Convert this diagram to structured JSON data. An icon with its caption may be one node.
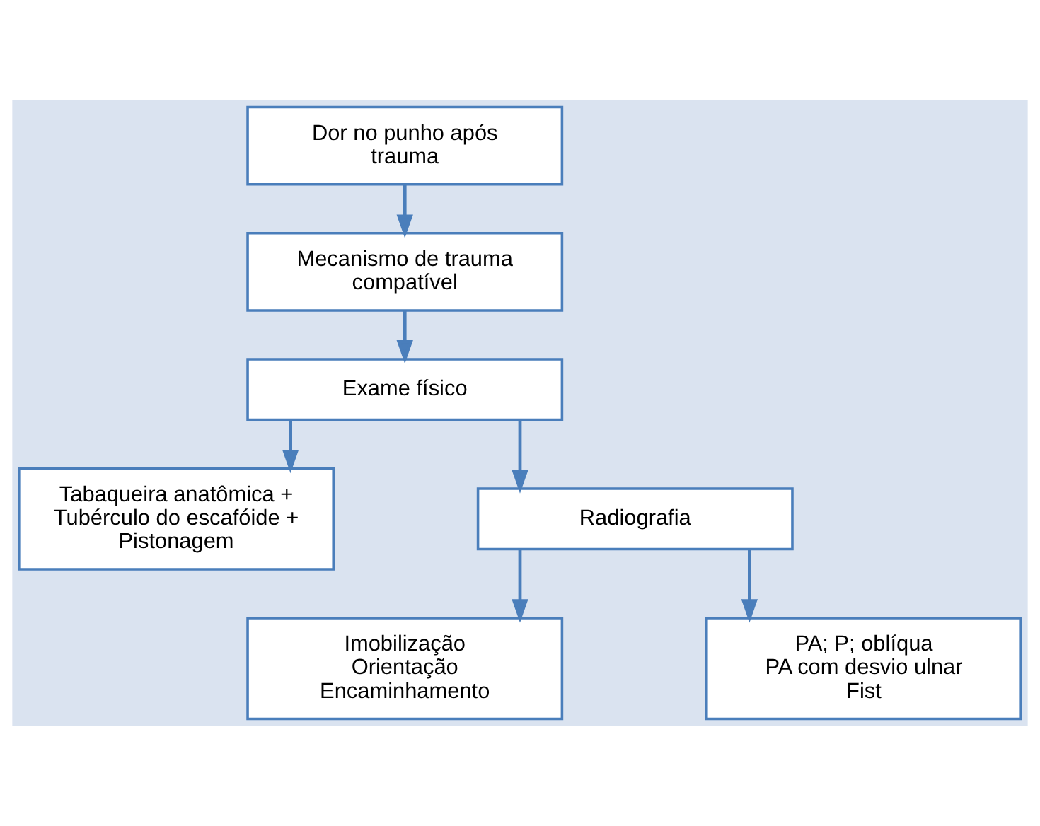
{
  "diagram": {
    "nodes": [
      {
        "text": [
          "Dor no punho após trauma"
        ]
      },
      {
        "text": [
          "Mecanismo de trauma compatível"
        ]
      },
      {
        "text": [
          "Exame físico"
        ]
      },
      {
        "text": [
          "Tabaqueira anatômica + Tubérculo do escafóide + Pistonagem"
        ]
      },
      {
        "text": [
          "Radiografia"
        ]
      },
      {
        "text": [
          "Imobilização",
          "Orientação",
          "Encaminhamento"
        ]
      },
      {
        "text": [
          "PA; P; oblíqua",
          "PA com desvio ulnar",
          "Fist"
        ]
      }
    ],
    "edges": [
      {
        "from": 0,
        "to": 1,
        "arrow": "to"
      },
      {
        "from": 1,
        "to": 2,
        "arrow": "to"
      },
      {
        "from": 2,
        "to": 3,
        "arrow": "to"
      },
      {
        "from": 2,
        "to": 4,
        "arrow": "to"
      },
      {
        "from": 4,
        "to": 5,
        "arrow": "to"
      },
      {
        "from": 4,
        "to": 6,
        "arrow": "to"
      }
    ]
  }
}
